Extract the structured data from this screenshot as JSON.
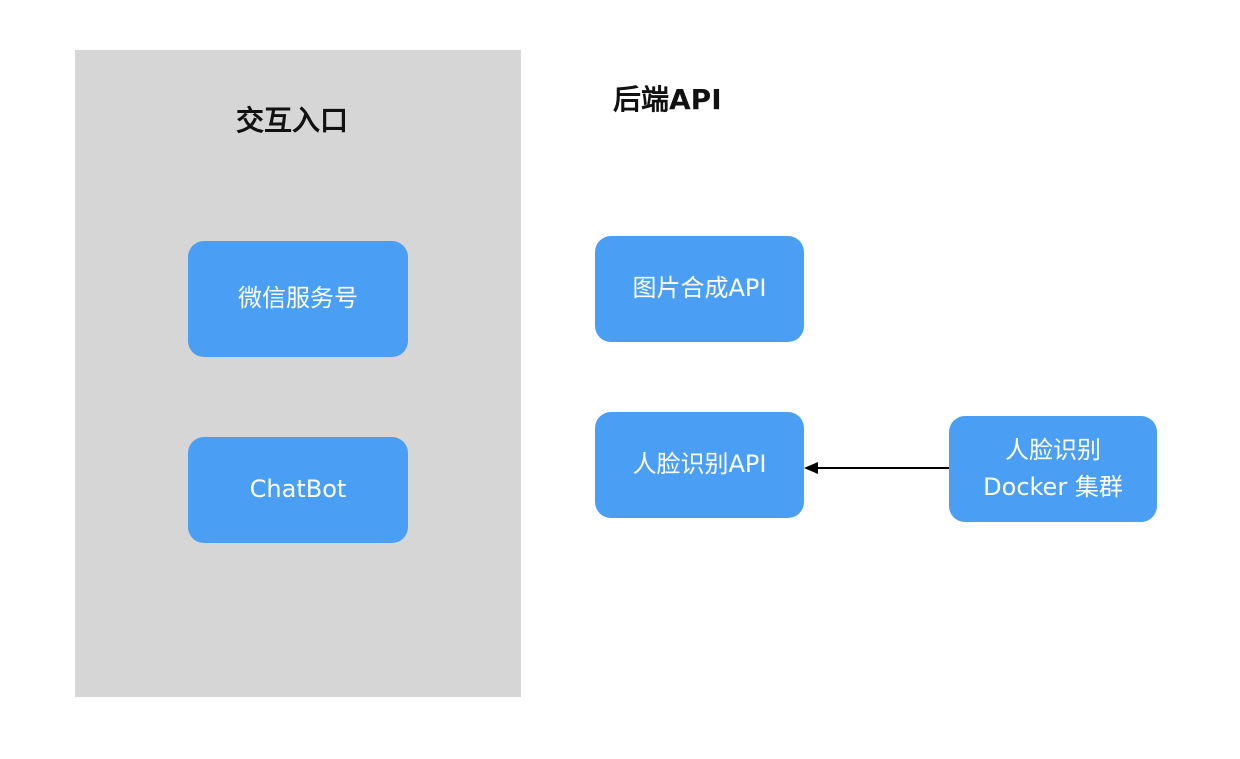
{
  "left_panel": {
    "title": "交互入口",
    "nodes": {
      "wechat": "微信服务号",
      "chatbot": "ChatBot"
    }
  },
  "backend": {
    "title": "后端API",
    "nodes": {
      "image_api": "图片合成API",
      "face_api": "人脸识别API"
    }
  },
  "cluster": {
    "line1": "人脸识别",
    "line2": "Docker 集群"
  },
  "colors": {
    "panel_bg": "#d6d6d6",
    "node_bg": "#4a9ff5",
    "node_text": "#ffffff",
    "title_text": "#111111",
    "arrow": "#000000"
  }
}
